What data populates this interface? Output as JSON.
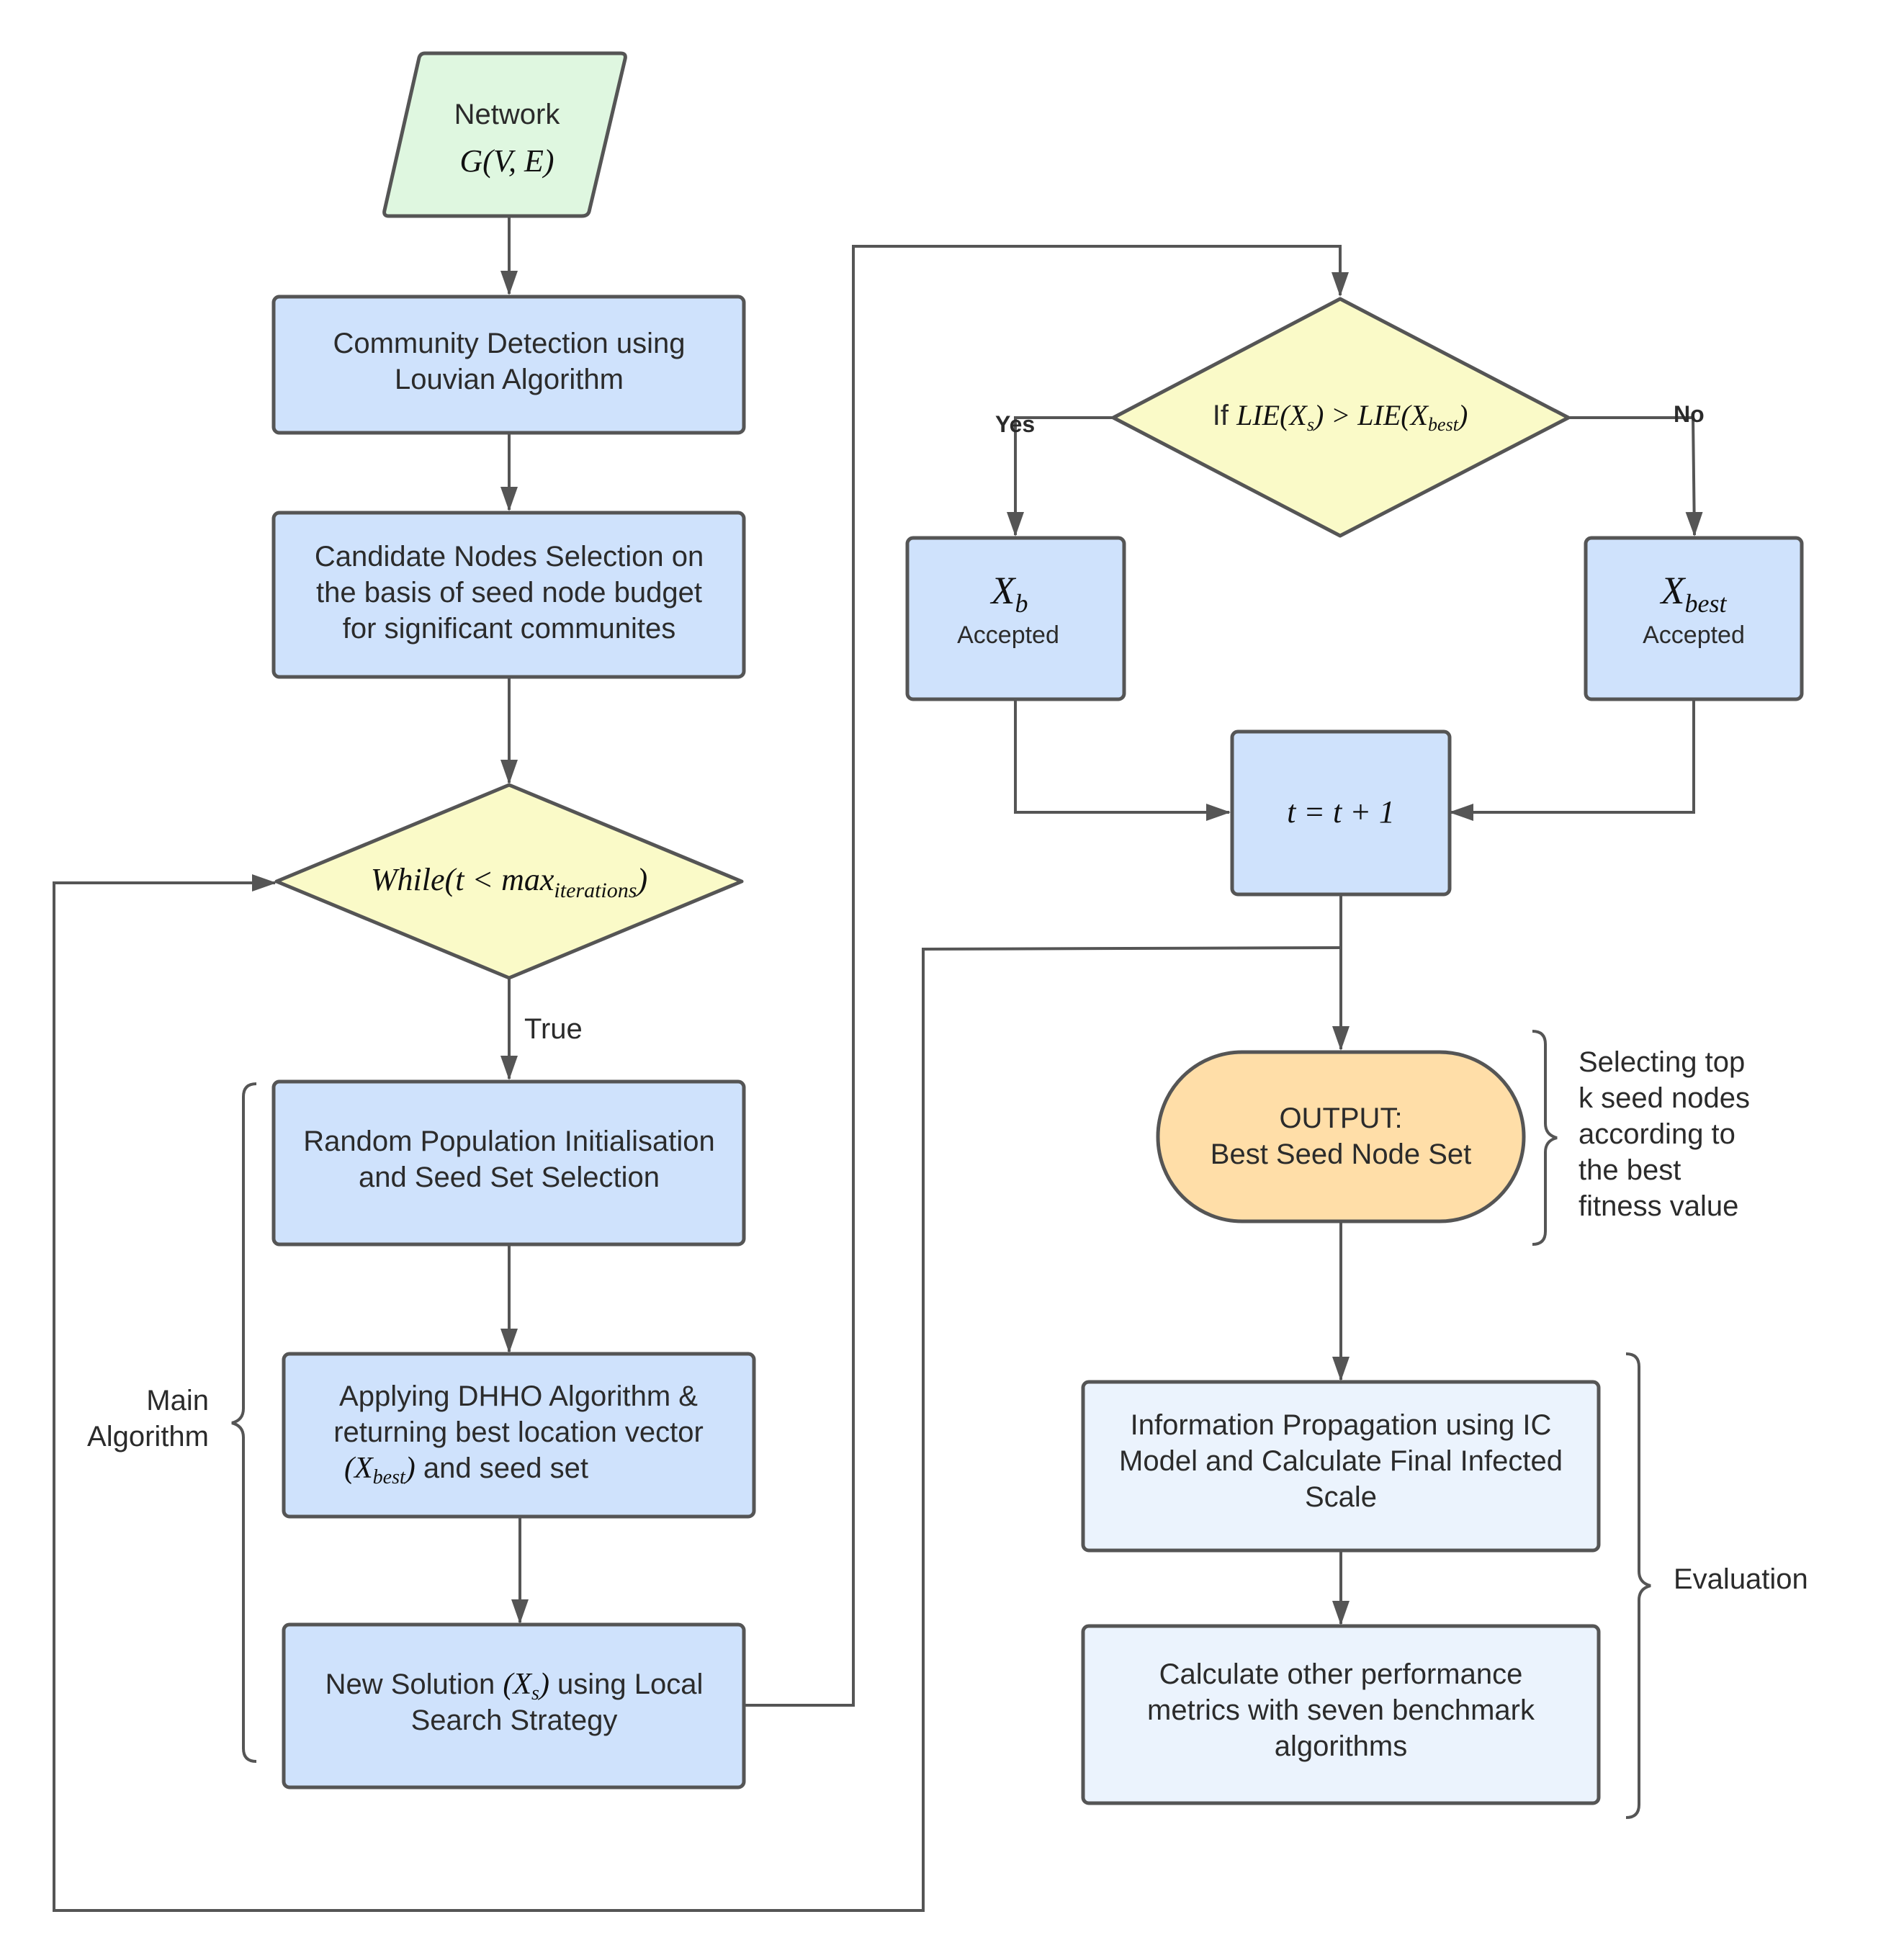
{
  "nodes": {
    "network": {
      "line1": "Network",
      "math": "G(V, E)"
    },
    "community": {
      "line1": "Community Detection using",
      "line2": "Louvian Algorithm"
    },
    "candidate": {
      "line1": "Candidate Nodes Selection on",
      "line2": "the basis of seed node budget",
      "line3": "for significant communites"
    },
    "while": {
      "w": "While",
      "p1": "(t < max",
      "sub": "iterations",
      "p2": ")"
    },
    "random": {
      "line1": "Random Population Initialisation",
      "line2": "and Seed Set Selection"
    },
    "dhho": {
      "line1": "Applying DHHO Algorithm  &",
      "line2": "returning best location vector",
      "m1": "(X",
      "msub": "best",
      "m2": ")",
      "line3": " and seed set"
    },
    "newsol": {
      "t1": "New Solution ",
      "m1": "(X",
      "msub": "s",
      "m2": ")",
      "t2": " using Local",
      "line2": "Search Strategy"
    },
    "cond": {
      "t1": "If ",
      "m1": "LIE(X",
      "sub1": "s",
      "m2": ") > LIE(X",
      "sub2": "best",
      "m3": ")"
    },
    "xb": {
      "x": "X",
      "sub": "b",
      "label": "Accepted"
    },
    "xbest": {
      "x": "X",
      "sub": "best",
      "label": "Accepted"
    },
    "tinc": {
      "math": "t = t + 1"
    },
    "output": {
      "line1": "OUTPUT:",
      "line2": "Best Seed Node Set"
    },
    "info": {
      "line1": "Information Propagation using IC",
      "line2": "Model and Calculate Final Infected",
      "line3": "Scale"
    },
    "perf": {
      "line1": "Calculate other performance",
      "line2": "metrics with seven benchmark",
      "line3": "algorithms"
    }
  },
  "edge_labels": {
    "true": "True",
    "yes": "Yes",
    "no": "No"
  },
  "annotations": {
    "main": {
      "line1": "Main",
      "line2": "Algorithm"
    },
    "selecting": {
      "line1": "Selecting top",
      "line2": "k seed nodes",
      "line3": "according to",
      "line4": "the best",
      "line5": "fitness value"
    },
    "evaluation": "Evaluation"
  },
  "colors": {
    "process": "#cfe2fc",
    "process_light": "#ebf3fd",
    "decision": "#fafac8",
    "input": "#dff7e0",
    "output": "#ffdea8",
    "stroke": "#555555"
  }
}
